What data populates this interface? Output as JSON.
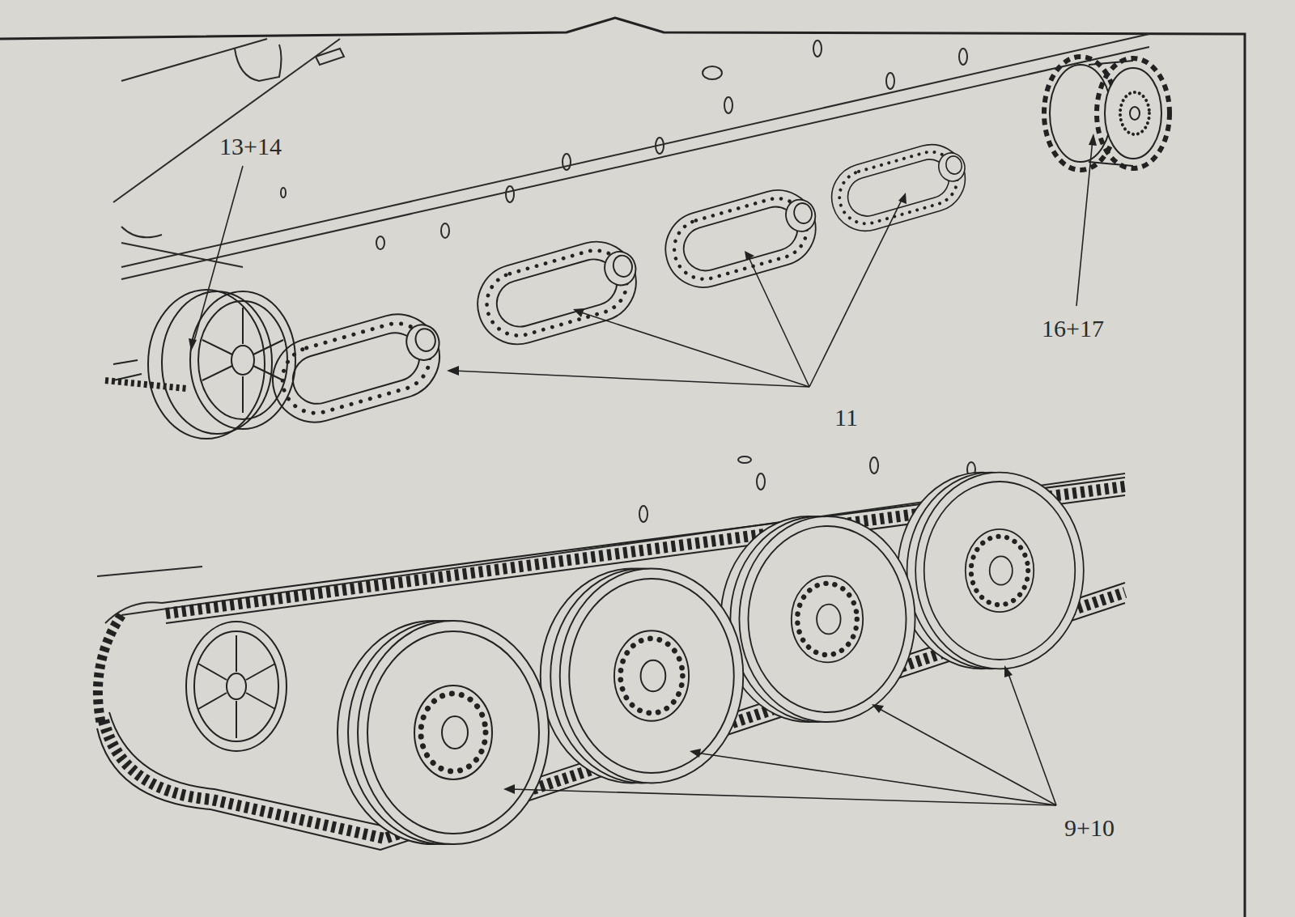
{
  "diagram": {
    "labels": [
      "13+14",
      "11",
      "16+17",
      "9+10"
    ]
  }
}
